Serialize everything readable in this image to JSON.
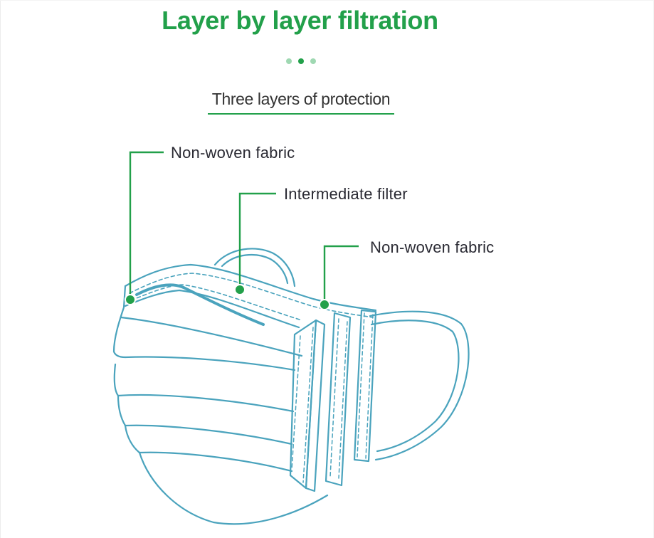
{
  "header": {
    "title": "Layer by layer filtration",
    "subtitle": "Three layers of protection"
  },
  "layers": [
    {
      "label": "Non-woven fabric"
    },
    {
      "label": "Intermediate filter"
    },
    {
      "label": "Non-woven fabric"
    }
  ],
  "colors": {
    "accent_green": "#22a04a",
    "light_green": "#9fd8b2",
    "mask_outline": "#4aa3bd",
    "label_text": "#2a2a33"
  }
}
